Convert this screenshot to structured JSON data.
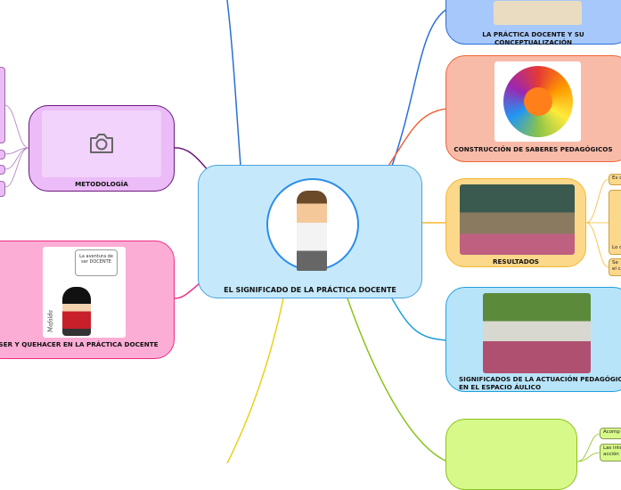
{
  "central": {
    "title": "EL SIGNIFICADO DE LA PRÁCTICA DOCENTE",
    "image_icon": "teacher-with-apps-icon"
  },
  "branches": [
    {
      "id": "conceptualizacion",
      "title": "LA PRÁCTICA DOCENTE Y SU CONCEPTUALIZACIÓN",
      "color": "#2a6fd6",
      "fill": "#a7c8fa"
    },
    {
      "id": "saberes",
      "title": "CONSTRUCCIÓN DE SABERES PEDAGÓGICOS",
      "color": "#f0653a",
      "fill": "#f8bba8"
    },
    {
      "id": "resultados",
      "title": "RESULTADOS",
      "color": "#f5b82f",
      "fill": "#fcd88a",
      "children": [
        "Es c",
        "Lo c",
        "Se\nel c"
      ]
    },
    {
      "id": "significados",
      "title": "SIGNIFICADOS DE LA ACTUACIÓN PEDAGÓGICA EN EL ESPACIO ÁULICO",
      "color": "#21a0dc",
      "fill": "#b8e4f9"
    },
    {
      "id": "verde",
      "title": "",
      "color": "#8cc21c",
      "fill": "#d7f98a",
      "children": [
        "Acomp",
        "Las inte\nacción"
      ]
    },
    {
      "id": "metodologia",
      "title": "METODOLOGÍA",
      "color": "#6a1a7a",
      "fill": "#ebbcf8",
      "image_icon": "camera-icon"
    },
    {
      "id": "ser",
      "title": "SER Y QUEHACER EN LA PRÁCTICA DOCENTE",
      "color": "#ec2c83",
      "fill": "#fcadd5",
      "image_text": "La aventura de ser DOCENTE",
      "image_signature": "Mafalda"
    }
  ]
}
